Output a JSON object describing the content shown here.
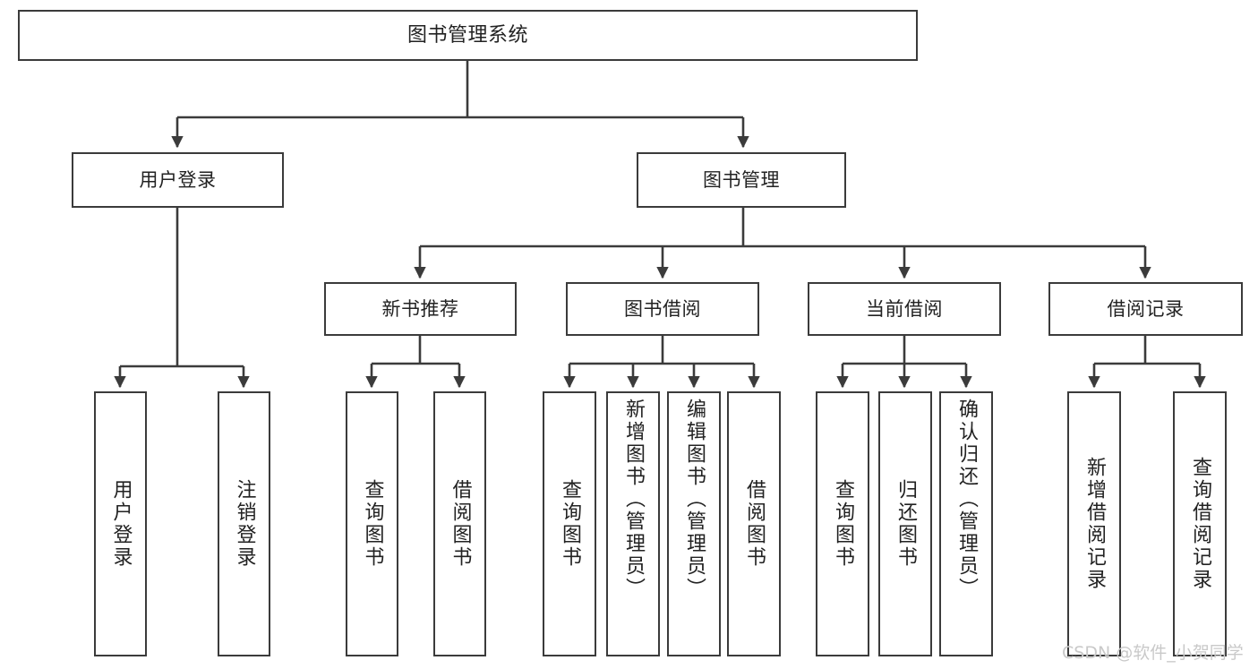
{
  "diagram": {
    "type": "tree-hierarchy",
    "title": "图书管理系统",
    "watermark": "CSDN @软件_小贺同学",
    "colors": {
      "stroke": "#3b3b3b",
      "fill": "#ffffff",
      "text": "#222222",
      "watermark": "#c9c9c9"
    },
    "nodes": {
      "root": {
        "label": "图书管理系统"
      },
      "level2": [
        {
          "id": "user-login",
          "label": "用户登录"
        },
        {
          "id": "book-management",
          "label": "图书管理"
        }
      ],
      "level3": [
        {
          "id": "new-book-recommend",
          "label": "新书推荐"
        },
        {
          "id": "book-borrow",
          "label": "图书借阅"
        },
        {
          "id": "current-borrow",
          "label": "当前借阅"
        },
        {
          "id": "borrow-record",
          "label": "借阅记录"
        }
      ],
      "leaves": {
        "user-login": [
          {
            "id": "leaf-user-login",
            "label": "用户登录"
          },
          {
            "id": "leaf-user-logout",
            "label": "注销登录"
          }
        ],
        "new-book-recommend": [
          {
            "id": "leaf-query-book-1",
            "label": "查询图书"
          },
          {
            "id": "leaf-borrow-book-1",
            "label": "借阅图书"
          }
        ],
        "book-borrow": [
          {
            "id": "leaf-query-book-2",
            "label": "查询图书"
          },
          {
            "id": "leaf-add-book",
            "label": "新增图书（管理员）"
          },
          {
            "id": "leaf-edit-book",
            "label": "编辑图书（管理员）"
          },
          {
            "id": "leaf-borrow-book-2",
            "label": "借阅图书"
          }
        ],
        "current-borrow": [
          {
            "id": "leaf-query-book-3",
            "label": "查询图书"
          },
          {
            "id": "leaf-return-book",
            "label": "归还图书"
          },
          {
            "id": "leaf-confirm-return",
            "label": "确认归还（管理员）"
          }
        ],
        "borrow-record": [
          {
            "id": "leaf-add-record",
            "label": "新增借阅记录"
          },
          {
            "id": "leaf-query-record",
            "label": "查询借阅记录"
          }
        ]
      }
    }
  }
}
